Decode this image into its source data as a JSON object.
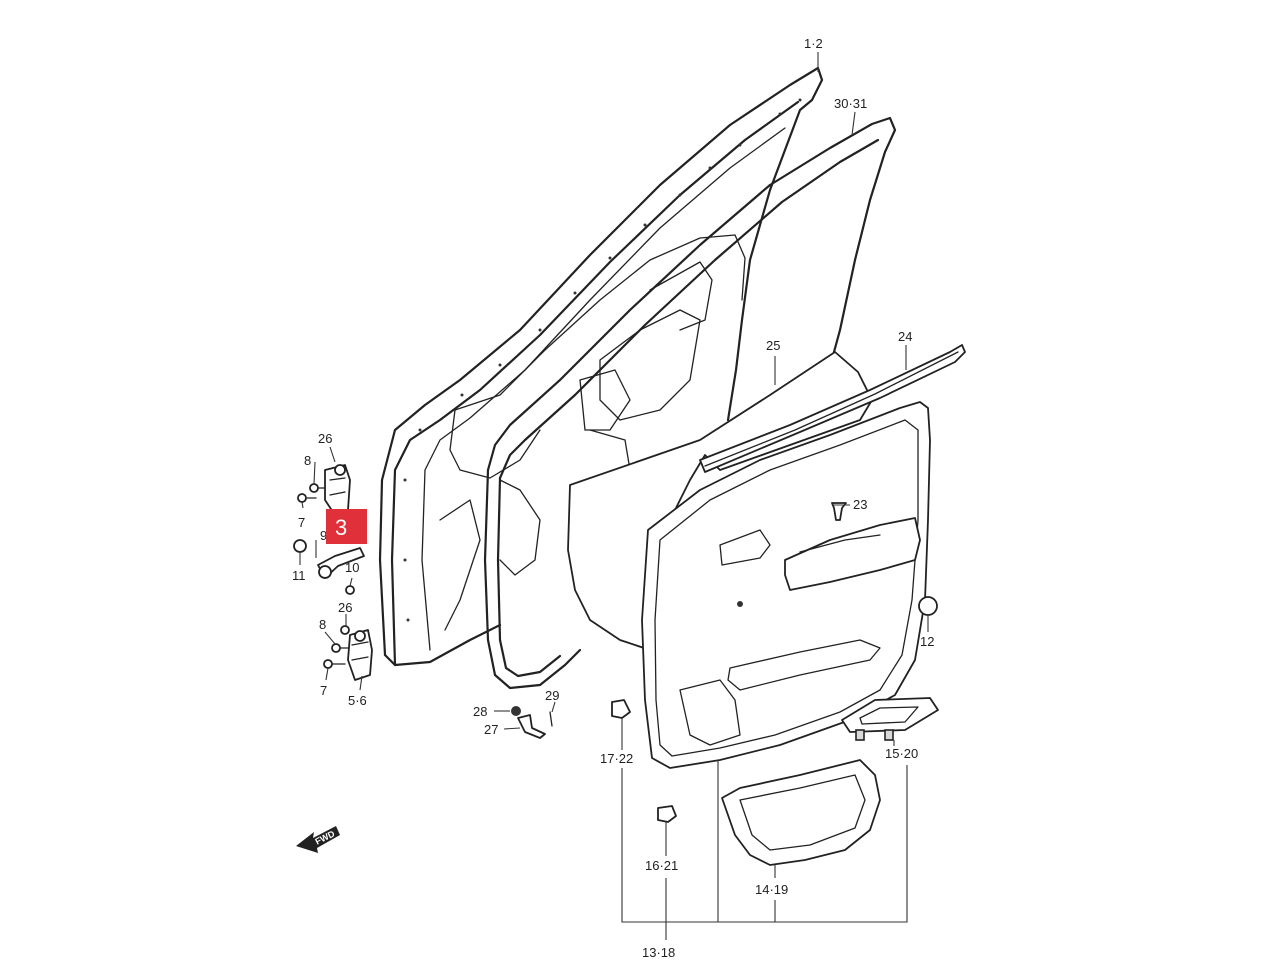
{
  "callouts": {
    "c_1_2": "1·2",
    "c_30_31": "30·31",
    "c_24": "24",
    "c_25": "25",
    "c_26_top": "26",
    "c_8_top": "8",
    "c_7_top": "7",
    "c_9": "9",
    "c_11": "11",
    "c_10": "10",
    "c_26_bot": "26",
    "c_8_bot": "8",
    "c_7_bot": "7",
    "c_5_6": "5·6",
    "c_23": "23",
    "c_12": "12",
    "c_28": "28",
    "c_29": "29",
    "c_27": "27",
    "c_17_22": "17·22",
    "c_15_20": "15·20",
    "c_16_21": "16·21",
    "c_14_19": "14·19",
    "c_13_18": "13·18"
  },
  "highlight": {
    "label": "3",
    "color": "#e0303a"
  },
  "fwd_arrow": {
    "label": "FWD"
  },
  "icons": [
    "fwd-arrow-icon"
  ]
}
